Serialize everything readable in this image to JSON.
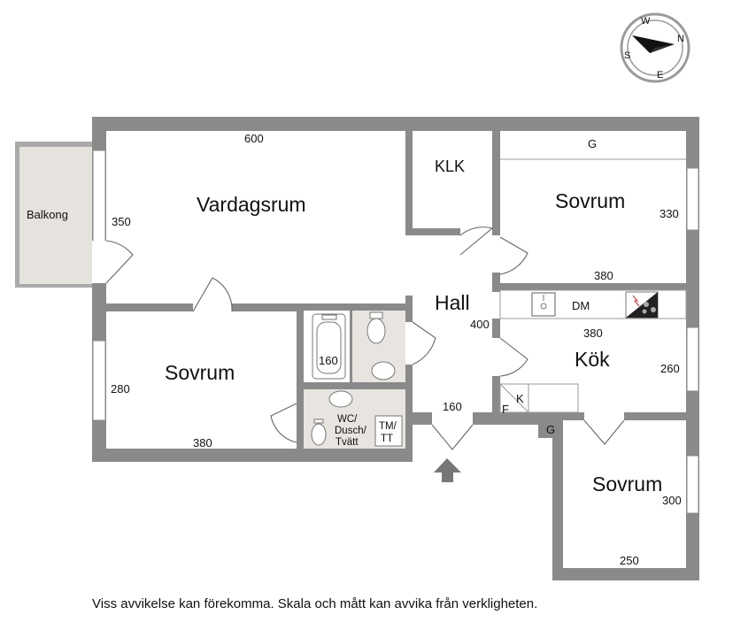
{
  "compass": {
    "n": "N",
    "e": "E",
    "s": "S",
    "w": "W"
  },
  "rooms": {
    "vardagsrum": "Vardagsrum",
    "sovrum_top": "Sovrum",
    "sovrum_left": "Sovrum",
    "sovrum_bottom": "Sovrum",
    "klk": "KLK",
    "hall": "Hall",
    "kok": "Kök",
    "balkong": "Balkong"
  },
  "fixtures": {
    "g_top": "G",
    "dm": "DM",
    "k": "K",
    "f": "F",
    "g_bottom": "G",
    "tm": "TM/",
    "tt": "TT",
    "wc1": "WC/",
    "wc2": "Dusch/",
    "wc3": "Tvätt"
  },
  "dimensions": {
    "vardagsrum_w": "600",
    "vardagsrum_h": "350",
    "sovrum_top_h": "330",
    "sovrum_top_w": "380",
    "hall_h": "400",
    "kok_w": "380",
    "kok_h": "260",
    "sovrum_left_h": "280",
    "sovrum_left_w": "380",
    "bath": "160",
    "hall_w": "160",
    "sovrum_bottom_h": "300",
    "sovrum_bottom_w": "250"
  },
  "disclaimer": "Viss avvikelse kan förekomma. Skala och mått kan avvika från verkligheten."
}
